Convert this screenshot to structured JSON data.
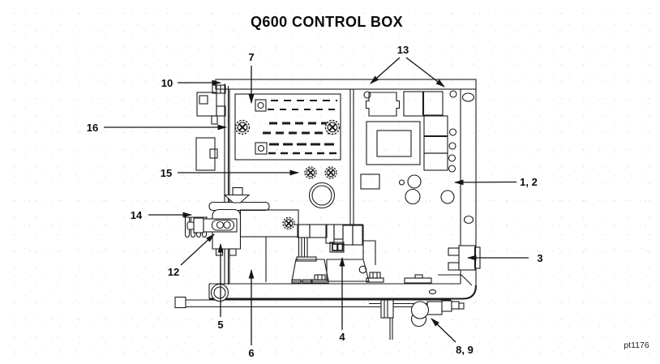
{
  "diagram": {
    "title": "Q600 CONTROL BOX",
    "figure_ref": "pt1176",
    "callouts": [
      {
        "id": "7",
        "label": "7"
      },
      {
        "id": "13",
        "label": "13"
      },
      {
        "id": "10",
        "label": "10"
      },
      {
        "id": "16",
        "label": "16"
      },
      {
        "id": "15",
        "label": "15"
      },
      {
        "id": "1-2",
        "label": "1, 2"
      },
      {
        "id": "14",
        "label": "14"
      },
      {
        "id": "12",
        "label": "12"
      },
      {
        "id": "3",
        "label": "3"
      },
      {
        "id": "5",
        "label": "5"
      },
      {
        "id": "6",
        "label": "6"
      },
      {
        "id": "4",
        "label": "4"
      },
      {
        "id": "8-9",
        "label": "8, 9"
      }
    ],
    "line_color": "#1b1b1b",
    "background_color": "#ffffff"
  }
}
